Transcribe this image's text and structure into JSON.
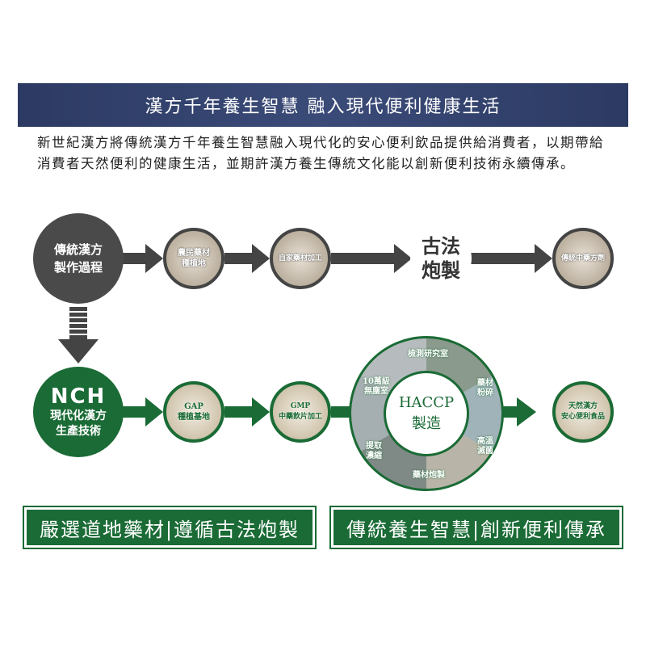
{
  "banner": {
    "title": "漢方千年養生智慧 融入現代便利健康生活"
  },
  "intro": "新世紀漢方將傳統漢方千年養生智慧融入現代化的安心便利飲品提供給消費者，以期帶給消費者天然便利的健康生活，並期許漢方養生傳統文化能以創新便利技術永續傳承。",
  "traditional": {
    "start": "傳統漢方\n製作過程",
    "steps": [
      "農民藥材\n種植地",
      "自家藥材加工"
    ],
    "method": "古法\n炮製",
    "end": "傳統中藥方劑"
  },
  "modern": {
    "logo": "NCH",
    "start": "現代化漢方\n生產技術",
    "steps": [
      "GAP\n種植基地",
      "GMP\n中藥飲片加工"
    ],
    "haccp": {
      "center": "HACCP\n製造",
      "segments": [
        "檢測研究室",
        "藥材\n粉碎",
        "高溫\n滅菌",
        "藥材炮製",
        "提取\n濃縮",
        "10萬級\n無塵室"
      ]
    },
    "end": "天然漢方\n安心便利食品"
  },
  "bottom": [
    "嚴選道地藥材|遵循古法炮製",
    "傳統養生智慧|創新便利傳承"
  ],
  "colors": {
    "navy": "#2c3a63",
    "green": "#1a6b35",
    "gray": "#444444"
  }
}
